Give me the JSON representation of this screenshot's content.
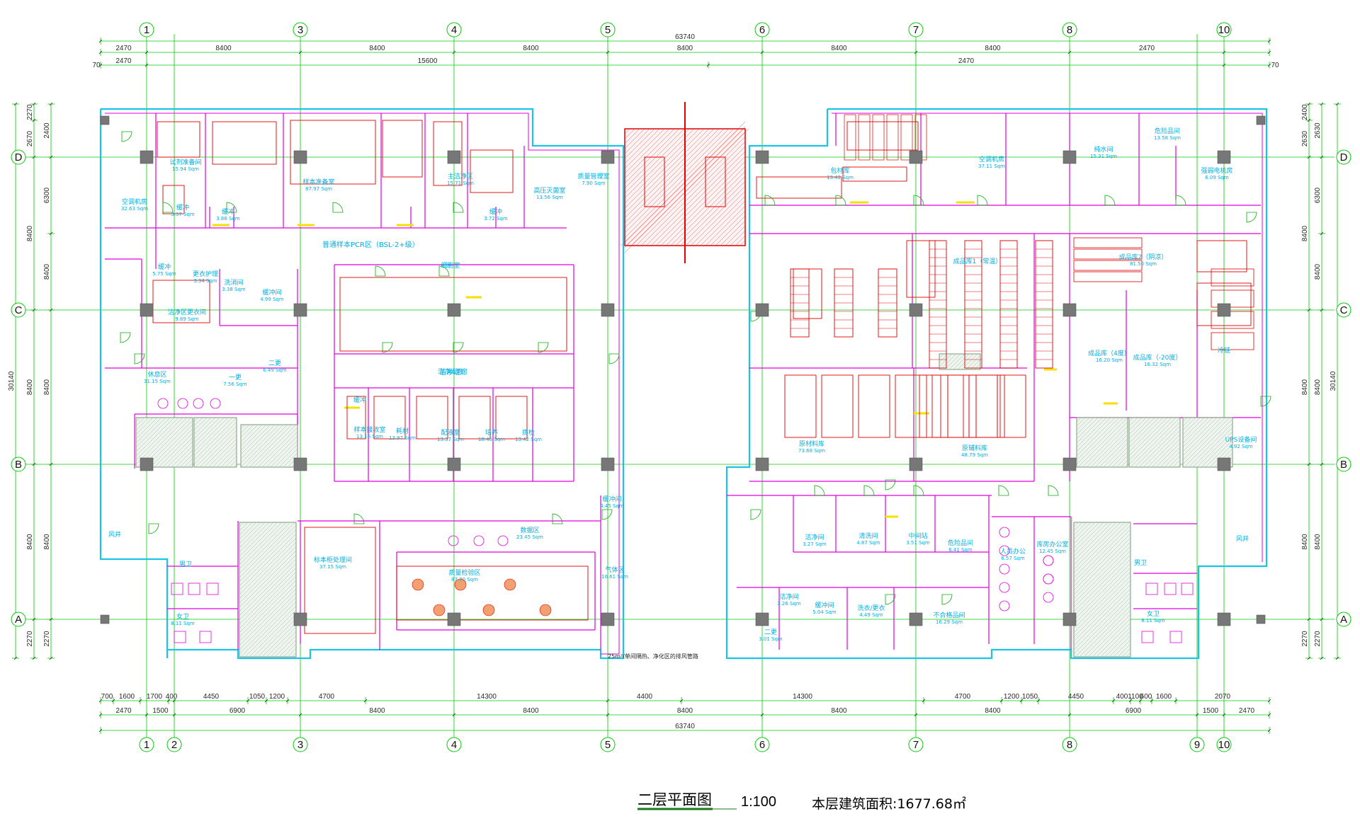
{
  "drawing": {
    "title": "二层平面图",
    "scale": "1:100",
    "area_label": "本层建筑面积:1677.68㎡",
    "note": "25m²/单间隔热、净化区的排风管路"
  },
  "axes": {
    "top": [
      "1",
      "3",
      "4",
      "5",
      "6",
      "7",
      "8",
      "10"
    ],
    "bottom": [
      "1",
      "2",
      "3",
      "4",
      "5",
      "6",
      "7",
      "8",
      "9",
      "10"
    ],
    "rows": [
      "D",
      "C",
      "B",
      "A"
    ]
  },
  "dims_top": {
    "total": "63740",
    "row1": [
      "2470",
      "8400",
      "8400",
      "8400",
      "8400",
      "8400",
      "8400",
      "2470"
    ],
    "center": "15600",
    "edge": "70"
  },
  "dims_bottom": {
    "total": "63740",
    "row1": [
      "700",
      "1600",
      "1700",
      "400",
      "4450",
      "1050",
      "1200",
      "4700",
      "14300",
      "4400",
      "14300",
      "4700",
      "1200",
      "1050",
      "4450",
      "400",
      "1100",
      "600",
      "1600",
      "2070"
    ],
    "row2": [
      "2470",
      "1500",
      "6900",
      "8400",
      "8400",
      "8400",
      "8400",
      "8400",
      "6900",
      "1500",
      "2470"
    ]
  },
  "dims_side": {
    "total": "30140",
    "left": [
      "2270",
      "2400",
      "2670",
      "8400",
      "6300",
      "8400",
      "8400",
      "2270"
    ],
    "right": [
      "2400",
      "2630",
      "6300",
      "8400",
      "8400",
      "8400",
      "2270"
    ]
  },
  "rooms": {
    "left": [
      {
        "name": "空调机房",
        "area": "32.63 Sqm"
      },
      {
        "name": "试剂准备间",
        "area": "15.94 Sqm"
      },
      {
        "name": "缓冲",
        "area": "3.37 Sqm"
      },
      {
        "name": "缓冲",
        "area": "3.86 Sqm"
      },
      {
        "name": "样本准备室",
        "area": "87.97 Sqm"
      },
      {
        "name": "主洁净区",
        "area": "15.71 Sqm"
      },
      {
        "name": "缓冲",
        "area": "3.72 Sqm"
      },
      {
        "name": "高压灭菌室",
        "area": "13.56 Sqm"
      },
      {
        "name": "质量管理室",
        "area": "7.90 Sqm"
      },
      {
        "name": "缓冲",
        "area": "5.75 Sqm"
      },
      {
        "name": "更衣护理",
        "area": "3.34 Sqm"
      },
      {
        "name": "洗消间",
        "area": "3.38 Sqm"
      },
      {
        "name": "缓冲间",
        "area": "4.99 Sqm"
      },
      {
        "name": "洁净区更衣间",
        "area": "9.89 Sqm"
      },
      {
        "name": "休息区",
        "area": "31.15 Sqm"
      },
      {
        "name": "一更",
        "area": "7.56 Sqm"
      },
      {
        "name": "二更",
        "area": "6.49 Sqm"
      },
      {
        "name": "细胞室",
        "area": ""
      },
      {
        "name": "洁净走廊",
        "area": ""
      },
      {
        "name": "缓冲",
        "area": ""
      },
      {
        "name": "样本接收室",
        "area": "13.16 Sqm"
      },
      {
        "name": "耗材",
        "area": "13.97 Sqm"
      },
      {
        "name": "配液室",
        "area": "13.37 Sqm"
      },
      {
        "name": "培养",
        "area": "18.46 Sqm"
      },
      {
        "name": "质检",
        "area": "13.42 Sqm"
      },
      {
        "name": "缓冲间",
        "area": "4.45 Sqm"
      },
      {
        "name": "标本柜处理间",
        "area": "37.15 Sqm"
      },
      {
        "name": "数据区",
        "area": "23.45 Sqm"
      },
      {
        "name": "质量检验区",
        "area": "87.70 Sqm"
      },
      {
        "name": "气体区",
        "area": "10.61 Sqm"
      },
      {
        "name": "男卫",
        "area": ""
      },
      {
        "name": "女卫",
        "area": "8.11 Sqm"
      },
      {
        "name": "风井",
        "area": ""
      }
    ],
    "right": [
      {
        "name": "包材库",
        "area": "13.42 Sqm"
      },
      {
        "name": "空调机房",
        "area": "37.11 Sqm"
      },
      {
        "name": "纯水间",
        "area": "15.31 Sqm"
      },
      {
        "name": "危险品间",
        "area": "13.58 Sqm"
      },
      {
        "name": "强弱电机房",
        "area": "6.09 Sqm"
      },
      {
        "name": "成品库1（常温）",
        "area": ""
      },
      {
        "name": "成品库2（阴凉）",
        "area": "81.50 Sqm"
      },
      {
        "name": "成品库（4度）",
        "area": "16.20 Sqm"
      },
      {
        "name": "成品库（-20度）",
        "area": "16.32 Sqm"
      },
      {
        "name": "冷链",
        "area": ""
      },
      {
        "name": "原材料库",
        "area": "73.68 Sqm"
      },
      {
        "name": "原辅料库",
        "area": "48.79 Sqm"
      },
      {
        "name": "UPS设备间",
        "area": "4.92 Sqm"
      },
      {
        "name": "洁净间",
        "area": "3.27 Sqm"
      },
      {
        "name": "清洗间",
        "area": "4.87 Sqm"
      },
      {
        "name": "中间站",
        "area": "3.51 Sqm"
      },
      {
        "name": "危险品间",
        "area": "6.41 Sqm"
      },
      {
        "name": "人员办公",
        "area": "6.57 Sqm"
      },
      {
        "name": "库房办公室",
        "area": "12.45 Sqm"
      },
      {
        "name": "洁净间",
        "area": "3.26 Sqm"
      },
      {
        "name": "缓冲间",
        "area": "5.04 Sqm"
      },
      {
        "name": "洗衣/更衣",
        "area": "4.49 Sqm"
      },
      {
        "name": "二更",
        "area": "3.01 Sqm"
      },
      {
        "name": "不合格品间",
        "area": "16.29 Sqm"
      },
      {
        "name": "男卫",
        "area": ""
      },
      {
        "name": "女卫",
        "area": "8.11 Sqm"
      },
      {
        "name": "风井",
        "area": ""
      }
    ]
  },
  "corridors": {
    "upper": "普通样本PCR区（BSL-2+级）",
    "clean": "洁净走廊"
  },
  "colors": {
    "grid": "#00cc00",
    "wall": "#e000e0",
    "wall_cyan": "#19c4e6",
    "furniture": "#e00000",
    "text": "#00aee0",
    "door": "#00b000",
    "column": "#777777",
    "accent": "#f5e000"
  }
}
